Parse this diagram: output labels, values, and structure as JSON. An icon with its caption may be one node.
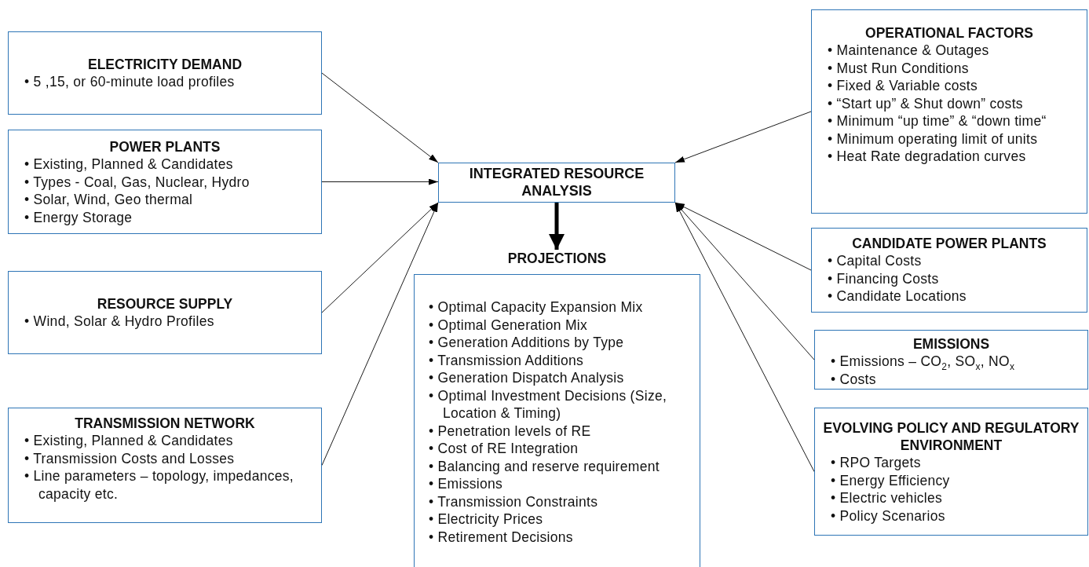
{
  "diagram": {
    "nodes": [
      {
        "text": [
          "ELECTRICITY DEMAND",
          "• 5 ,15, or 60-minute load profiles"
        ]
      },
      {
        "text": [
          "POWER PLANTS",
          "• Existing, Planned & Candidates",
          "• Types - Coal,  Gas, Nuclear, Hydro",
          "• Solar, Wind, Geo thermal",
          "• Energy Storage"
        ]
      },
      {
        "text": [
          "RESOURCE SUPPLY",
          "• Wind, Solar & Hydro Profiles"
        ]
      },
      {
        "text": [
          "TRANSMISSION NETWORK",
          "• Existing, Planned & Candidates",
          "• Transmission Costs and Losses",
          "• Line parameters – topology, impedances, capacity etc."
        ]
      },
      {
        "text": [
          "INTEGRATED RESOURCE ANALYSIS"
        ]
      },
      {
        "text": [
          "PROJECTIONS",
          "• Optimal Capacity Expansion Mix",
          "• Optimal Generation Mix",
          "• Generation Additions by Type",
          "• Transmission Additions",
          "• Generation Dispatch Analysis",
          "• Optimal Investment Decisions (Size, Location & Timing)",
          "• Penetration levels of  RE",
          "• Cost of RE Integration",
          "• Balancing and reserve requirement",
          "• Emissions",
          "• Transmission Constraints",
          "• Electricity Prices",
          "• Retirement Decisions"
        ]
      },
      {
        "text": [
          "OPERATIONAL FACTORS",
          "• Maintenance & Outages",
          "• Must Run Conditions",
          "• Fixed & Variable costs",
          "• “Start up” & Shut down” costs",
          "• Minimum “up time” & “down time“",
          "• Minimum operating limit of units",
          "• Heat Rate degradation curves"
        ]
      },
      {
        "text": [
          "CANDIDATE POWER PLANTS",
          "• Capital Costs",
          "• Financing Costs",
          "• Candidate Locations"
        ]
      },
      {
        "text": [
          "EMISSIONS",
          "• Emissions – CO$_{2}$, SO$_{x}$, NO$_{x}$",
          "• Costs"
        ]
      },
      {
        "text": [
          "EVOLVING POLICY AND REGULATORY ENVIRONMENT",
          "• RPO Targets",
          "• Energy Efficiency",
          "• Electric vehicles",
          "• Policy Scenarios"
        ]
      }
    ],
    "edges": [
      {
        "from": 0,
        "to": 4,
        "arrow": "to"
      },
      {
        "from": 1,
        "to": 4,
        "arrow": "to"
      },
      {
        "from": 2,
        "to": 4,
        "arrow": "to"
      },
      {
        "from": 3,
        "to": 4,
        "arrow": "to"
      },
      {
        "from": 6,
        "to": 4,
        "arrow": "to"
      },
      {
        "from": 7,
        "to": 4,
        "arrow": "to"
      },
      {
        "from": 8,
        "to": 4,
        "arrow": "to"
      },
      {
        "from": 9,
        "to": 4,
        "arrow": "to"
      },
      {
        "from": 4,
        "to": 5,
        "arrow": "to",
        "style": "thick"
      }
    ]
  }
}
